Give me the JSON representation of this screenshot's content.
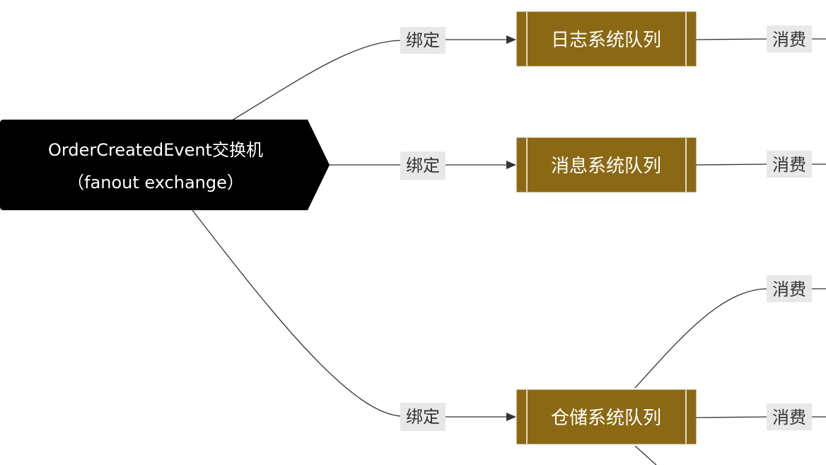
{
  "exchange": {
    "line1": "OrderCreatedEvent交换机",
    "line2": "（fanout exchange）"
  },
  "edges": {
    "bind_label": "绑定",
    "consume_label": "消费"
  },
  "queues": {
    "log": "日志系统队列",
    "message": "消息系统队列",
    "storage": "仓储系统队列"
  },
  "colors": {
    "exchange_fill": "#000000",
    "queue_fill": "#8b6914",
    "edge_stroke": "#333333",
    "label_background": "#e8e8e8"
  }
}
